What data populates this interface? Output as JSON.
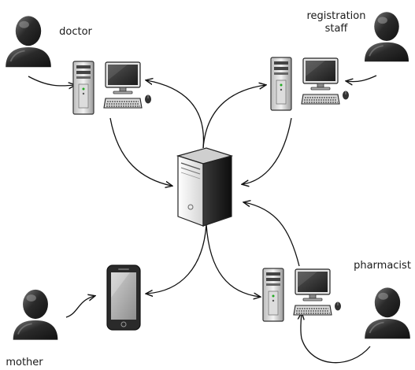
{
  "labels": {
    "doctor": "doctor",
    "registration_line1": "registration",
    "registration_line2": "staff",
    "pharmacist": "pharmacist",
    "mother": "mother"
  },
  "icons": {
    "person": "person-icon",
    "workstation": "desktop-computer-icon",
    "server": "server-icon",
    "phone": "smartphone-icon"
  },
  "colors": {
    "person_fill": "#2b2b2b",
    "person_highlight": "#6a6a6a",
    "screen_fill": "#333333",
    "case_fill": "#e8e8e8",
    "arrow": "#111111"
  }
}
